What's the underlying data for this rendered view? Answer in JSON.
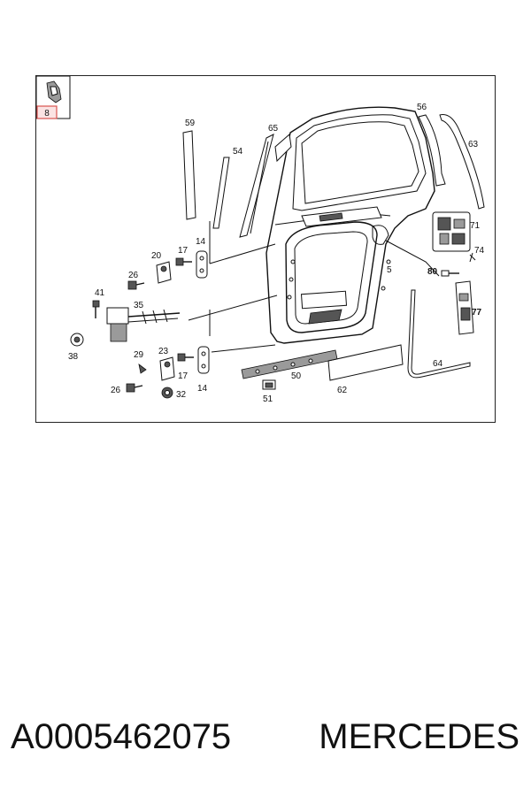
{
  "diagram": {
    "thumbnail_ref": "8",
    "callouts": {
      "c59": "59",
      "c54": "54",
      "c65": "65",
      "c56": "56",
      "c63": "63",
      "c71": "71",
      "c74": "74",
      "c80": "80",
      "c77": "77",
      "c5": "5",
      "c20": "20",
      "c17a": "17",
      "c14a": "14",
      "c26a": "26",
      "c41": "41",
      "c35": "35",
      "c38": "38",
      "c23": "23",
      "c29": "29",
      "c17b": "17",
      "c14b": "14",
      "c26b": "26",
      "c32": "32",
      "c50": "50",
      "c51": "51",
      "c62": "62",
      "c64": "64"
    }
  },
  "footer": {
    "part_number": "A0005462075",
    "brand": "MERCEDES"
  }
}
